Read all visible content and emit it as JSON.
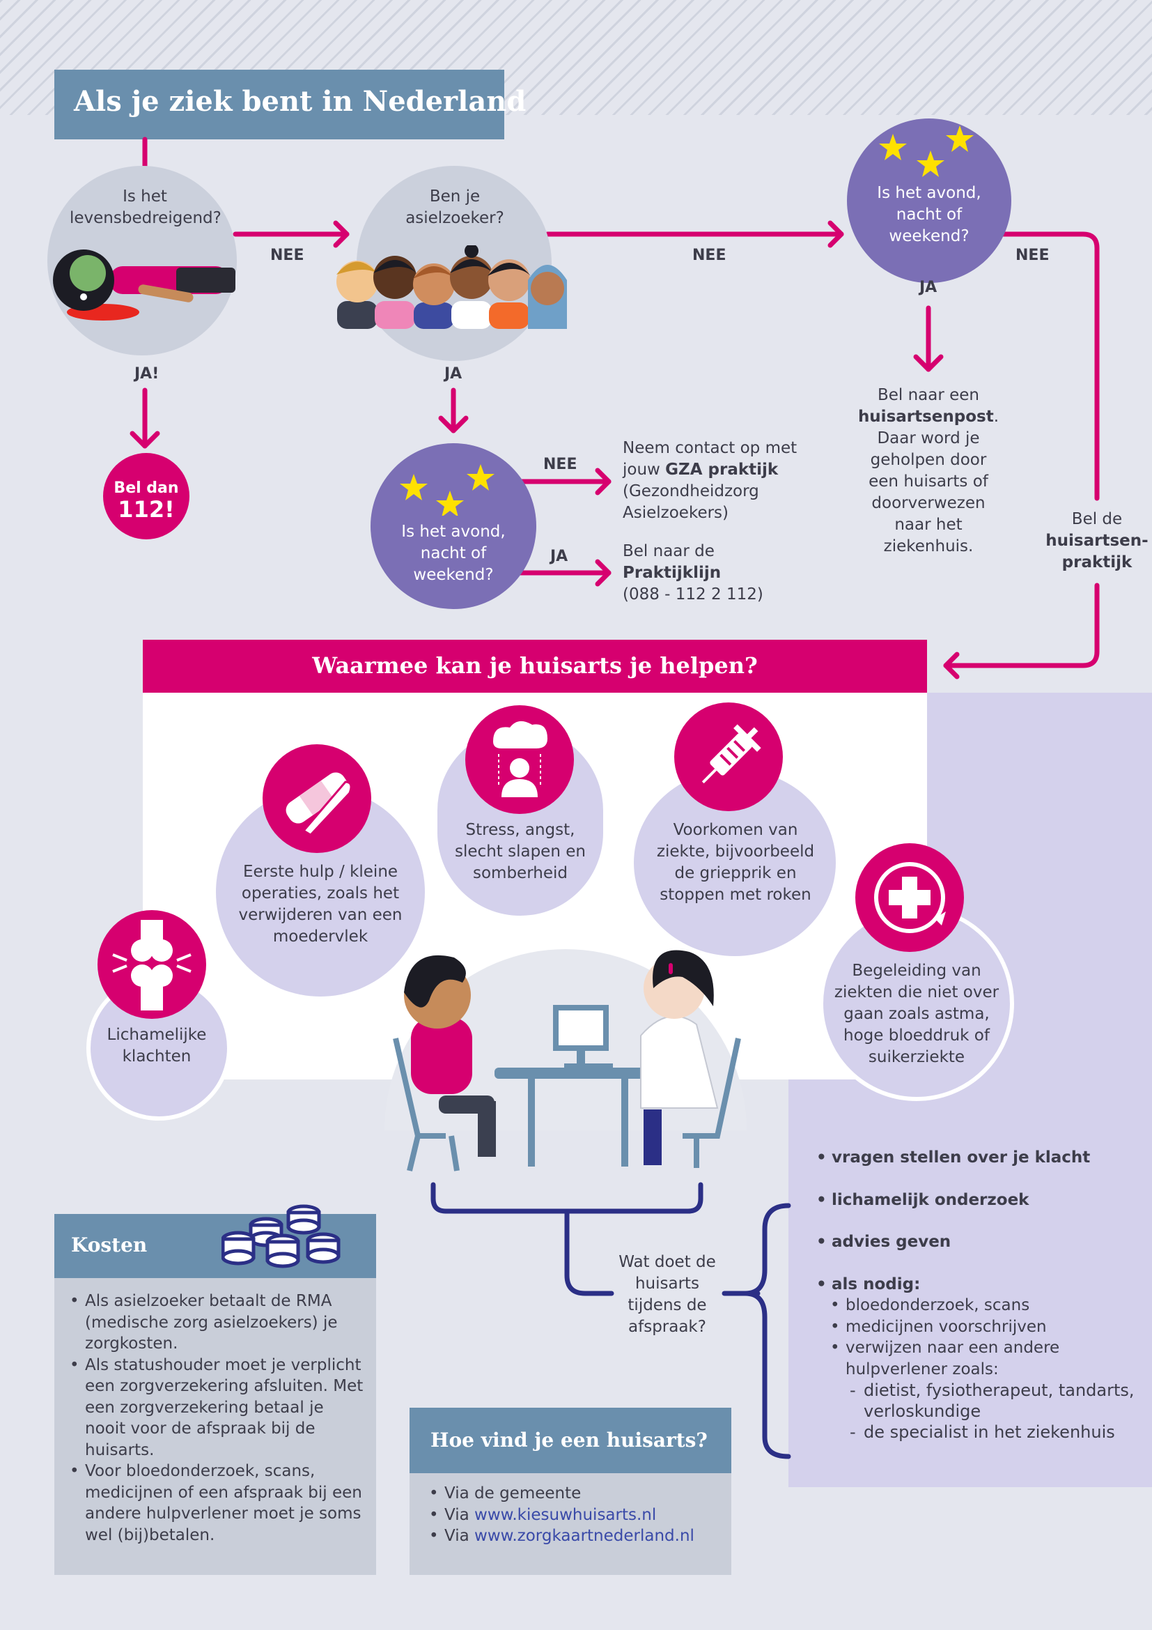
{
  "title": "Als je ziek bent in Nederland",
  "flow": {
    "q_life": "Is het levensbedreigend?",
    "q_asylum": "Ben je asielzoeker?",
    "q_evening": "Is het avond, nacht of weekend?",
    "no": "NEE",
    "yes": "JA",
    "yes_excl": "JA!",
    "call112_line1": "Bel dan",
    "call112_line2": "112!",
    "gza_pre": "Neem contact op met jouw ",
    "gza_bold": "GZA praktijk",
    "gza_post": " (Gezondheidzorg Asielzoekers)",
    "praktijk_pre": "Bel naar de ",
    "praktijk_bold": "Praktijklijn",
    "praktijk_phone": "(088 - 112 2 112)",
    "post_pre": "Bel naar een ",
    "post_bold": "huisartsenpost",
    "post_post": ". Daar word je geholpen door een huisarts of doorverwezen naar het ziekenhuis.",
    "praktijk2_pre": "Bel de ",
    "praktijk2_bold": "huisartsen-praktijk"
  },
  "help": {
    "title": "Waarmee kan je huisarts je helpen?",
    "items": [
      "Eerste hulp / kleine operaties, zoals het verwijderen van een moedervlek",
      "Stress, angst, slecht slapen en somberheid",
      "Voorkomen van ziekte, bijvoorbeeld de griepprik en stoppen met roken",
      "Lichamelijke klachten",
      "Begeleiding van ziekten die niet over gaan zoals astma, hoge bloeddruk of suikerziekte"
    ]
  },
  "appointment": {
    "question": "Wat doet de huisarts tijdens de afspraak?",
    "actions": [
      "vragen stellen over je klacht",
      "lichamelijk onderzoek",
      "advies geven",
      "als nodig:"
    ],
    "sub": [
      "bloedonderzoek, scans",
      "medicijnen voorschrijven",
      "verwijzen naar een andere hulpverlener zoals:"
    ],
    "subsub": [
      "dietist, fysiotherapeut, tandarts, verloskundige",
      "de specialist in het ziekenhuis"
    ]
  },
  "costs": {
    "title": "Kosten",
    "items": [
      "Als asielzoeker betaalt de RMA (medische zorg asielzoekers) je zorgkosten.",
      "Als statushouder moet je verplicht een zorgverzekering afsluiten. Met een zorgverzekering betaal je nooit voor de afspraak bij de huisarts.",
      "Voor bloedonderzoek, scans, medicijnen of een afspraak bij een andere hulpverlener moet je soms wel (bij)betalen."
    ]
  },
  "find": {
    "title": "Hoe vind je een huisarts?",
    "item1": "Via de gemeente",
    "via": "Via ",
    "link1": "www.kiesuwhuisarts.nl",
    "link2": "www.zorgkaartnederland.nl"
  },
  "colors": {
    "magenta": "#d6006f",
    "purple": "#7b6fb5",
    "lavender": "#d4d1ec",
    "steel": "#6a8fad",
    "navy": "#2b2f86"
  }
}
